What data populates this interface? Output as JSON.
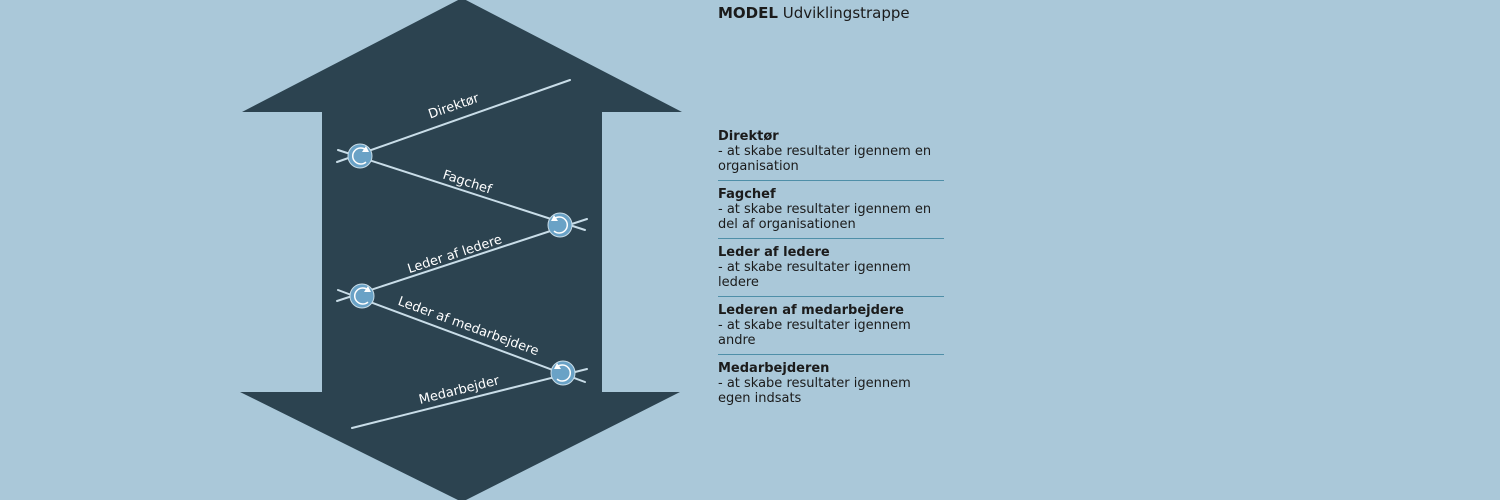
{
  "title": {
    "prefix": "MODEL",
    "text": "Udviklingstrappe"
  },
  "colors": {
    "background": "#aac8d9",
    "arrow": "#2c4350",
    "line": "#c9dde8",
    "node": "#6aa2c6",
    "divider": "#4f8fa8"
  },
  "diagram": {
    "labels": [
      "Direktør",
      "Fagchef",
      "Leder af ledere",
      "Leder af medarbejdere",
      "Medarbejder"
    ],
    "node_icon": "rotate-arrow-icon"
  },
  "descriptions": [
    {
      "name": "Direktør",
      "text": "- at skabe resultater igennem en organisation"
    },
    {
      "name": "Fagchef",
      "text": "- at skabe resultater igennem en del af organisationen"
    },
    {
      "name": "Leder af ledere",
      "text": "- at skabe resultater igennem ledere"
    },
    {
      "name": "Lederen af medarbejdere",
      "text": "- at skabe resultater igennem andre"
    },
    {
      "name": "Medarbejderen",
      "text": "- at skabe resultater igennem egen indsats"
    }
  ]
}
